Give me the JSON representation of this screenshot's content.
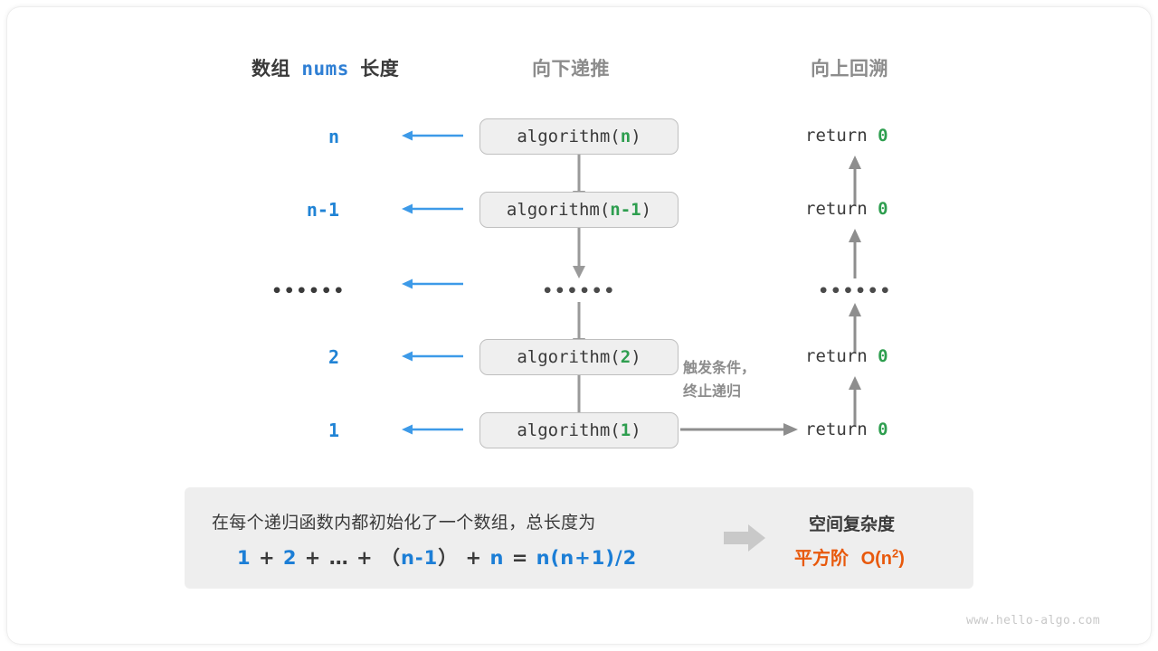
{
  "theme": {
    "bg": "#ffffff",
    "blue": "#2083d5",
    "green": "#2e9e4f",
    "gray": "#8c8c8c",
    "dark": "#3a3a3a",
    "orange": "#e8590c",
    "box_fill": "#efefef",
    "box_border": "#bfbfbf",
    "panel_fill": "#eeeeee",
    "arrow_gray": "#8c8c8c",
    "arrow_blue": "#3d9ae8"
  },
  "headers": {
    "left_prefix": "数组",
    "left_code": "nums",
    "left_suffix": "长度",
    "middle": "向下递推",
    "right": "向上回溯"
  },
  "rows": [
    {
      "length": "n",
      "call_prefix": "algorithm(",
      "call_arg": "n",
      "call_suffix": ")",
      "return_label": "return",
      "return_value": "0",
      "is_ellipsis": false
    },
    {
      "length": "n-1",
      "call_prefix": "algorithm(",
      "call_arg": "n-1",
      "call_suffix": ")",
      "return_label": "return",
      "return_value": "0",
      "is_ellipsis": false
    },
    {
      "length": "••••••",
      "call_prefix": "",
      "call_arg": "••••••",
      "call_suffix": "",
      "return_label": "",
      "return_value": "••••••",
      "is_ellipsis": true
    },
    {
      "length": "2",
      "call_prefix": "algorithm(",
      "call_arg": "2",
      "call_suffix": ")",
      "return_label": "return",
      "return_value": "0",
      "is_ellipsis": false
    },
    {
      "length": "1",
      "call_prefix": "algorithm(",
      "call_arg": "1",
      "call_suffix": ")",
      "return_label": "return",
      "return_value": "0",
      "is_ellipsis": false
    }
  ],
  "note": {
    "line1": "触发条件，",
    "line2": "终止递归"
  },
  "summary": {
    "text": "在每个递归函数内都初始化了一个数组，总长度为",
    "formula": {
      "t1": "1",
      "op1": "+",
      "t2": "2",
      "op2": "+",
      "t3": "…",
      "op3": "+",
      "lparen": "（",
      "t4": "n-1",
      "rparen": "）",
      "op4": "+",
      "t5": "n",
      "eq": "=",
      "t6": "n(n+1)/2"
    },
    "result_title": "空间复杂度",
    "result_value_prefix": "平方阶",
    "result_value_expr": "O(n",
    "result_value_sup": "2",
    "result_value_close": ")"
  },
  "watermark": "www.hello-algo.com"
}
